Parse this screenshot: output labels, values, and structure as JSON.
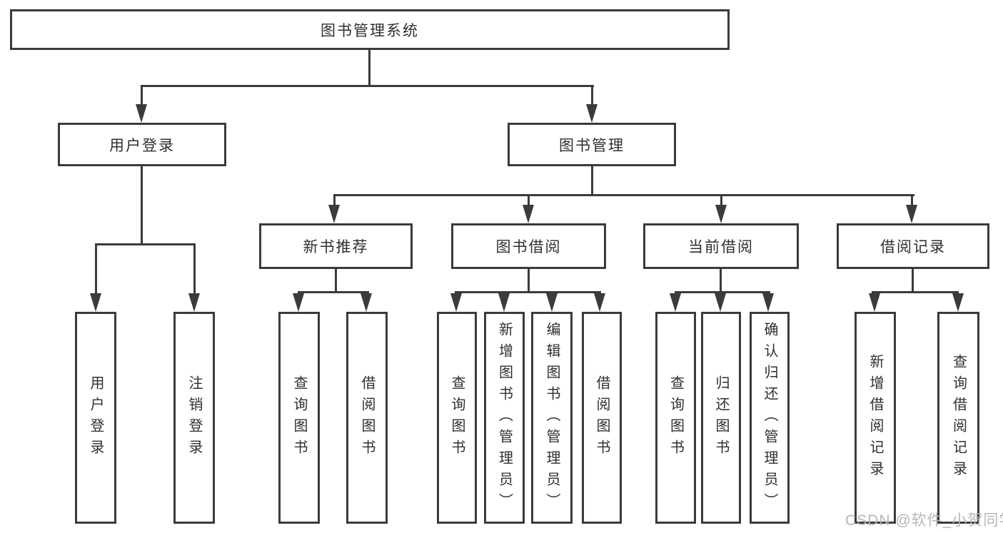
{
  "diagram": {
    "root": {
      "label": "图书管理系统"
    },
    "level2": [
      {
        "label": "用户登录"
      },
      {
        "label": "图书管理"
      }
    ],
    "level3": [
      {
        "label": "新书推荐"
      },
      {
        "label": "图书借阅"
      },
      {
        "label": "当前借阅"
      },
      {
        "label": "借阅记录"
      }
    ],
    "leaves": {
      "user_login": [
        "用户登录",
        "注销登录"
      ],
      "new_books": [
        "查询图书",
        "借阅图书"
      ],
      "book_borrow": [
        "查询图书",
        "新增图书（管理员）",
        "编辑图书（管理员）",
        "借阅图书"
      ],
      "current_borrow": [
        "查询图书",
        "归还图书",
        "确认归还（管理员）"
      ],
      "borrow_records": [
        "新增借阅记录",
        "查询借阅记录"
      ]
    }
  },
  "watermark": "CSDN @软件_小贺同学",
  "colors": {
    "line": "#3b3b3b",
    "text": "#2f2f2f",
    "watermark": "#b7b7b7",
    "background": "#ffffff"
  }
}
